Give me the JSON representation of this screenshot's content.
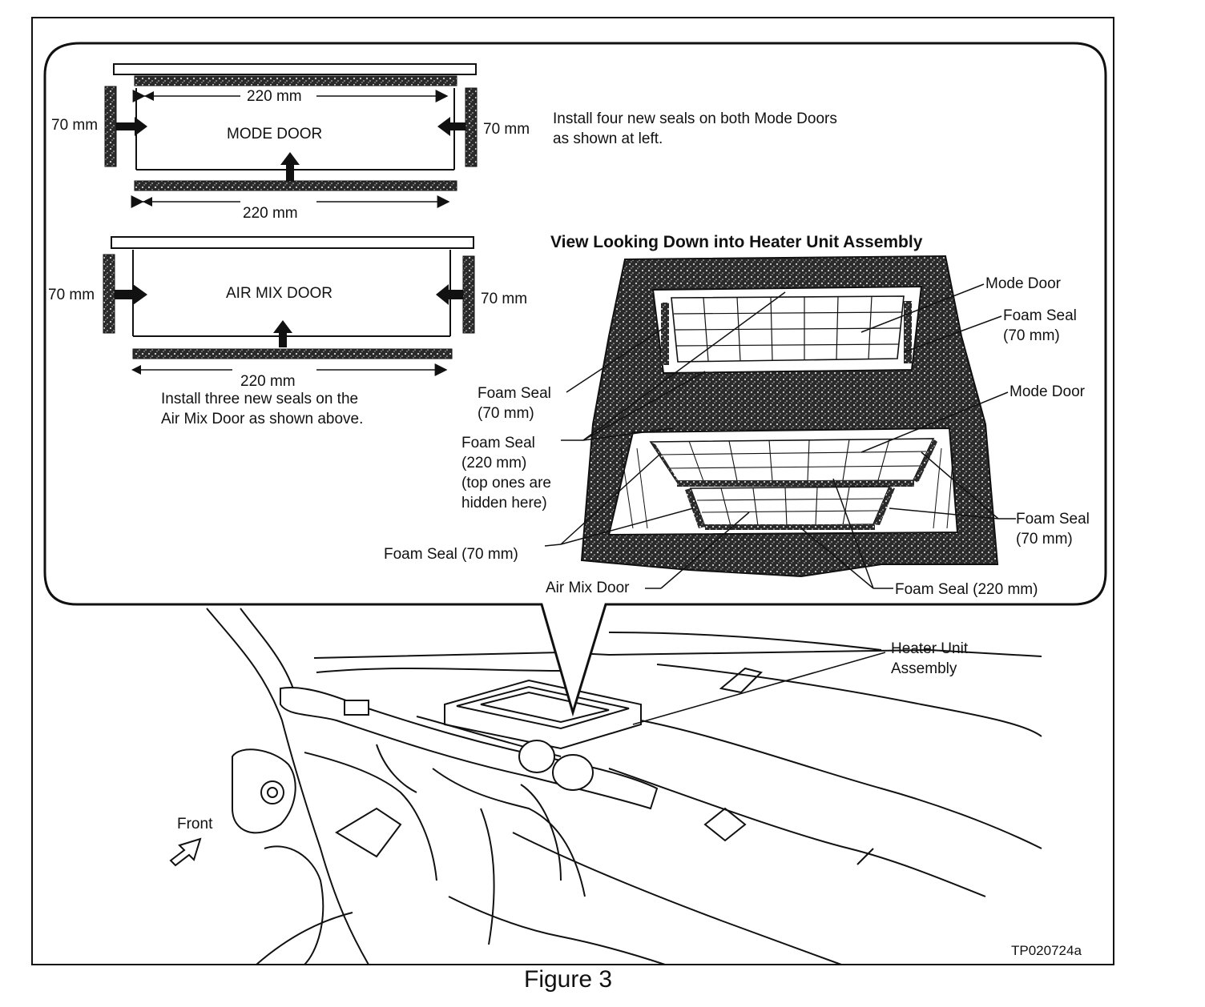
{
  "callout": {
    "mode_door": {
      "top_dim": "220 mm",
      "left_dim": "70 mm",
      "right_dim": "70 mm",
      "name": "MODE DOOR",
      "bottom_dim": "220 mm",
      "instruction": "Install four new seals on both Mode Doors\nas shown at left."
    },
    "air_mix_door": {
      "left_dim": "70 mm",
      "right_dim": "70 mm",
      "name": "AIR MIX DOOR",
      "bottom_dim": "220 mm",
      "instruction": "Install three new seals on the\nAir Mix Door as shown above."
    },
    "view": {
      "title": "View Looking Down into Heater Unit Assembly",
      "labels": {
        "mode_door_top": "Mode Door",
        "foam_seal_70_top_right": "Foam Seal\n(70 mm)",
        "mode_door_mid": "Mode Door",
        "foam_seal_70_left": "Foam Seal\n(70 mm)",
        "foam_seal_220_left": "Foam Seal\n(220 mm)\n(top ones are\nhidden here)",
        "foam_seal_70_bottom_right": "Foam Seal\n(70 mm)",
        "foam_seal_70_bottom_left": "Foam Seal (70 mm)",
        "air_mix_door": "Air Mix Door",
        "foam_seal_220_bottom": "Foam Seal (220 mm)"
      }
    }
  },
  "lower": {
    "heater_unit_label": "Heater Unit\nAssembly",
    "front_label": "Front",
    "code": "TP020724a"
  },
  "caption": "Figure 3"
}
